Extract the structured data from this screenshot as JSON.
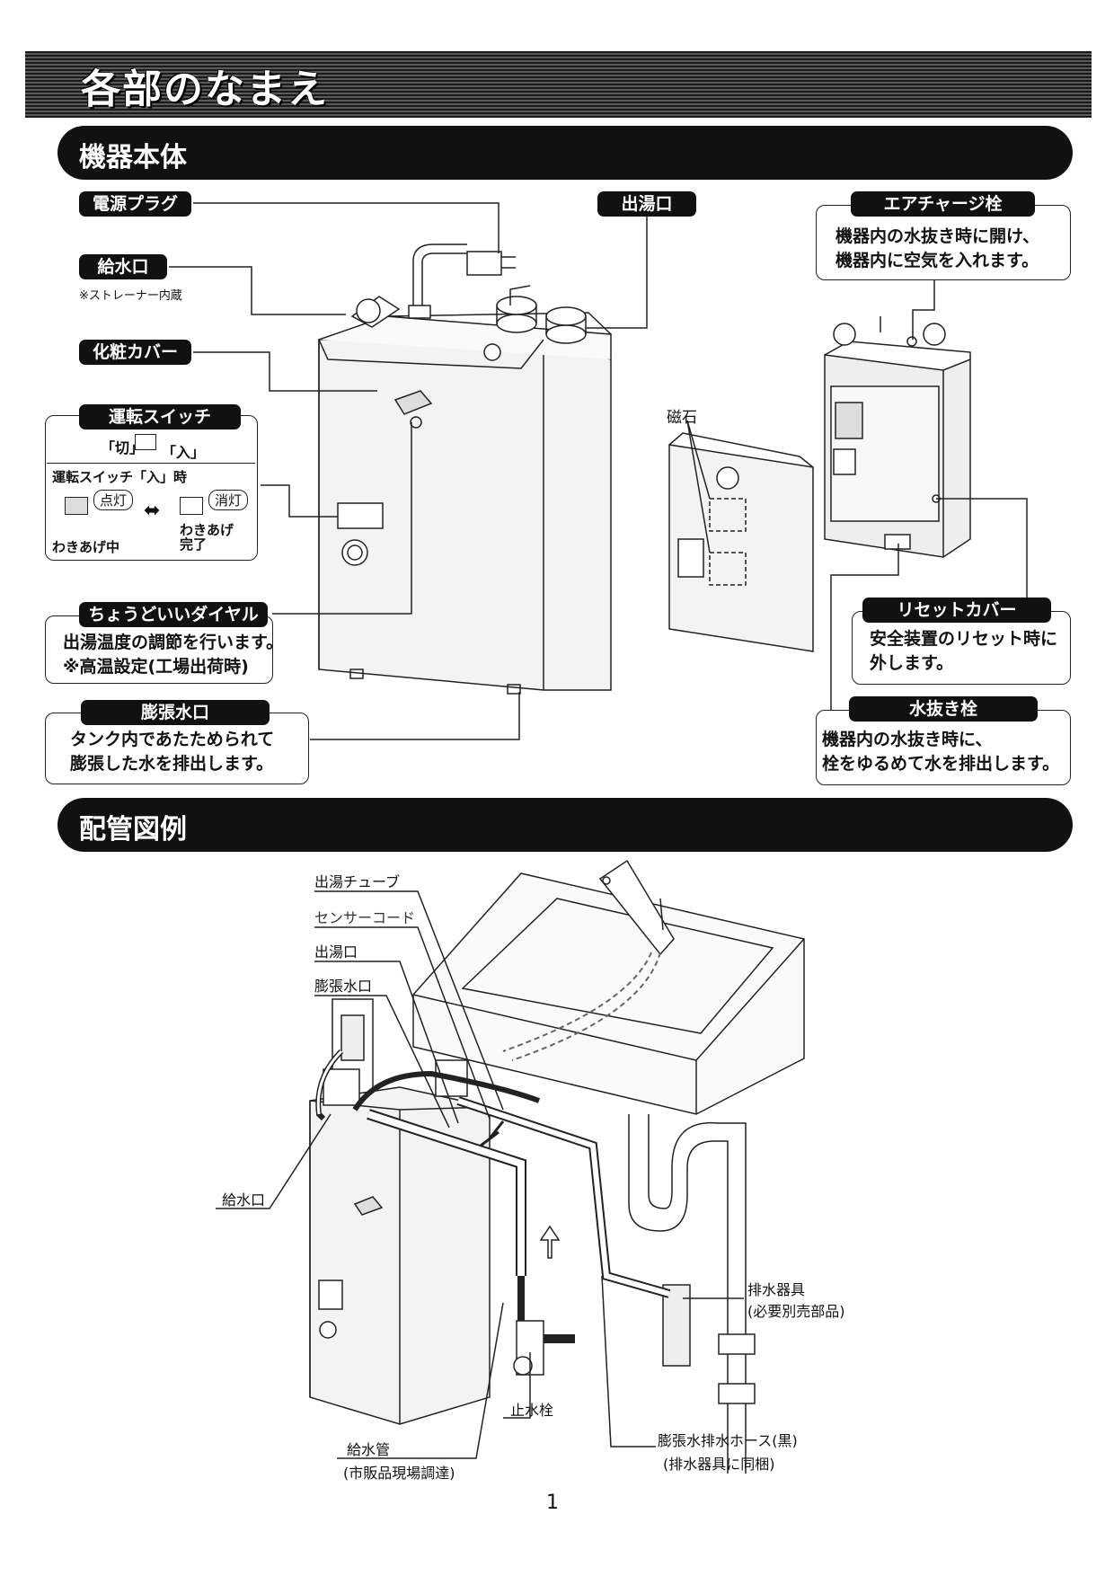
{
  "page_title": "各部のなまえ",
  "sections": {
    "main_unit": "機器本体",
    "piping": "配管図例"
  },
  "labels": {
    "power_plug": "電源プラグ",
    "water_inlet": "給水口",
    "water_inlet_note": "※ストレーナー内蔵",
    "cover": "化粧カバー",
    "run_switch": "運転スイッチ",
    "switch_off": "「切」",
    "switch_on": "「入」",
    "switch_on_state": "運転スイッチ「入」時",
    "lamp_on": "点灯",
    "lamp_off": "消灯",
    "heating": "わきあげ中",
    "heating_done": "わきあげ\n完了",
    "dial": "ちょうどいいダイヤル",
    "dial_desc_1": "出湯温度の調節を行います。",
    "dial_desc_2": "※高温設定(工場出荷時)",
    "expansion_outlet": "膨張水口",
    "expansion_desc_1": "タンク内であたためられて",
    "expansion_desc_2": "膨張した水を排出します。",
    "hot_outlet": "出湯口",
    "air_valve": "エアチャージ栓",
    "air_desc_1": "機器内の水抜き時に開け、",
    "air_desc_2": "機器内に空気を入れます。",
    "magnet": "磁石",
    "reset_cover": "リセットカバー",
    "reset_desc_1": "安全装置のリセット時に",
    "reset_desc_2": "外します。",
    "drain_valve": "水抜き栓",
    "drain_desc_1": "機器内の水抜き時に、",
    "drain_desc_2": "栓をゆるめて水を排出します。"
  },
  "piping_labels": {
    "hot_tube": "出湯チューブ",
    "sensor_cord": "センサーコード",
    "hot_outlet": "出湯口",
    "expansion_outlet": "膨張水口",
    "water_inlet": "給水口",
    "drain_fixture": "排水器具",
    "drain_fixture_note": "(必要別売部品)",
    "stop_valve": "止水栓",
    "supply_pipe": "給水管",
    "supply_pipe_note": "(市販品現場調達)",
    "expansion_hose": "膨張水排水ホース(黒)",
    "expansion_hose_note": "(排水器具に同梱)"
  },
  "page_number": "1"
}
